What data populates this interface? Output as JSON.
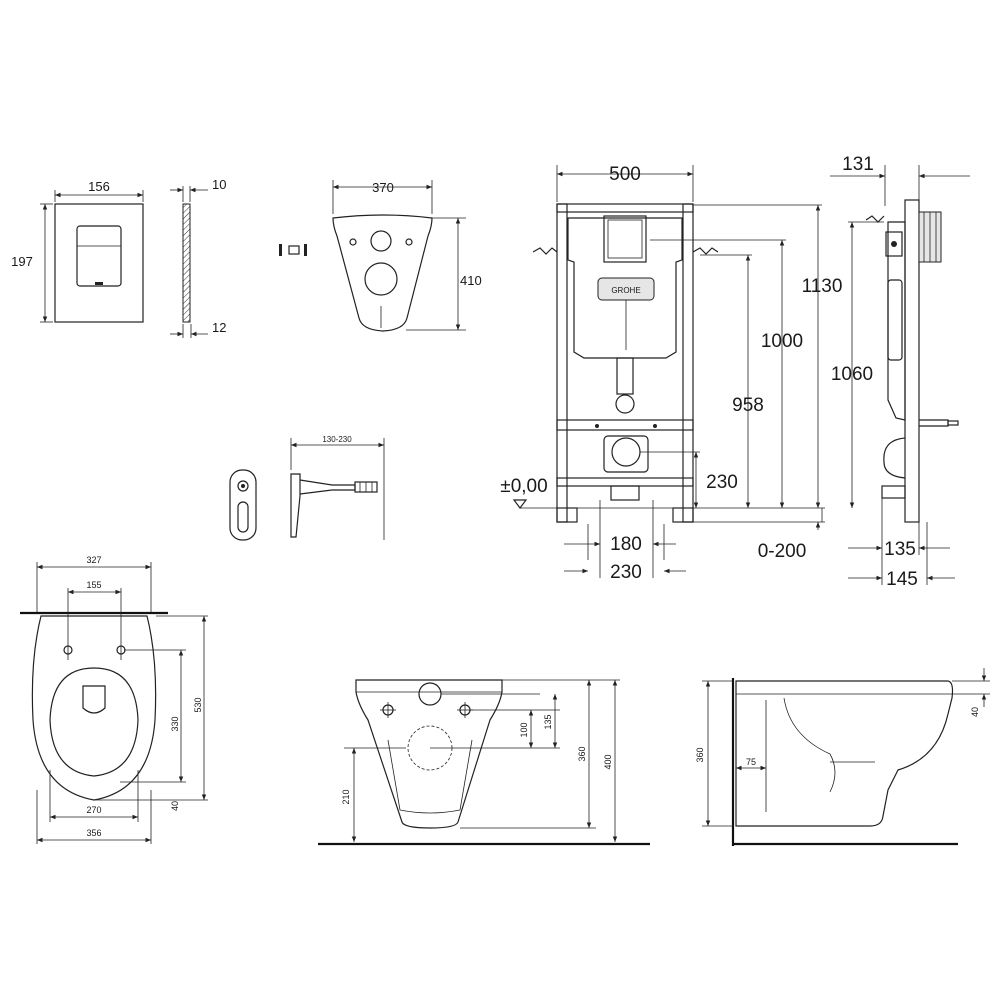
{
  "flush_plate": {
    "width": "156",
    "height": "197",
    "depth_top": "10",
    "depth_bottom": "12"
  },
  "sound_pad": {
    "width": "370",
    "height": "410"
  },
  "bracket": {
    "range": "130-230"
  },
  "frame_front": {
    "width": "500",
    "brand": "GROHE",
    "h1130": "1130",
    "h1000": "1000",
    "h958": "958",
    "h230": "230",
    "zero": "±0,00",
    "w180": "180",
    "w230": "230",
    "adj": "0-200"
  },
  "frame_side": {
    "top": "131",
    "h1060": "1060",
    "d135": "135",
    "d145": "145"
  },
  "wc_top": {
    "w327": "327",
    "w155": "155",
    "h330": "330",
    "h530": "530",
    "w270": "270",
    "w40": "40",
    "w356": "356"
  },
  "wc_front": {
    "h100": "100",
    "h135": "135",
    "h360": "360",
    "h400": "400",
    "h210": "210"
  },
  "wc_side": {
    "h360": "360",
    "w75": "75",
    "h40": "40"
  }
}
